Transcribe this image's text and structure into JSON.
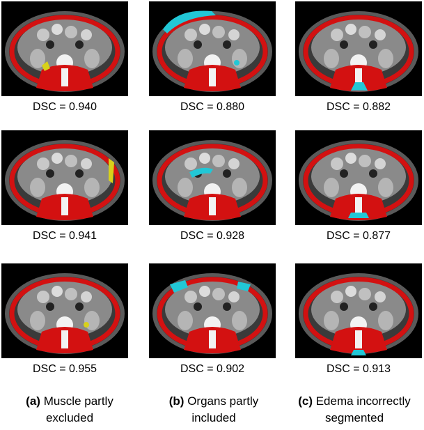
{
  "title": "",
  "colors": {
    "muscle": "#d31111",
    "organ_included": "#22c7d6",
    "partial": "#d8d11a",
    "scan_bg": "#000000"
  },
  "rows": [
    {
      "cells": [
        {
          "dsc": "DSC = 0.940"
        },
        {
          "dsc": "DSC = 0.880"
        },
        {
          "dsc": "DSC = 0.882"
        }
      ]
    },
    {
      "cells": [
        {
          "dsc": "DSC = 0.941"
        },
        {
          "dsc": "DSC = 0.928"
        },
        {
          "dsc": "DSC = 0.877"
        }
      ]
    },
    {
      "cells": [
        {
          "dsc": "DSC = 0.955"
        },
        {
          "dsc": "DSC = 0.902"
        },
        {
          "dsc": "DSC = 0.913"
        }
      ]
    }
  ],
  "captions": [
    {
      "letter": "(a)",
      "line1": "Muscle partly",
      "line2": "excluded"
    },
    {
      "letter": "(b)",
      "line1": "Organs partly",
      "line2": "included"
    },
    {
      "letter": "(c)",
      "line1": "Edema incorrectly",
      "line2": "segmented"
    }
  ]
}
